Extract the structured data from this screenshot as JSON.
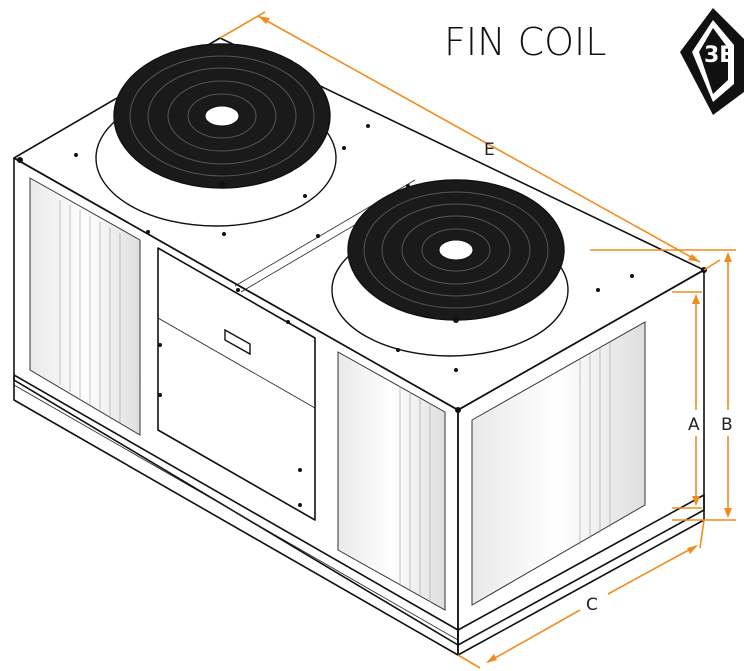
{
  "title": "FIN COIL",
  "logo": {
    "icon": "3e-diamond-logo-icon",
    "text": "3E"
  },
  "dimensions": {
    "a": "A",
    "b": "B",
    "c": "C",
    "e": "E"
  },
  "colors": {
    "dimension_lines": "#f28c1c",
    "outline": "#111111"
  }
}
